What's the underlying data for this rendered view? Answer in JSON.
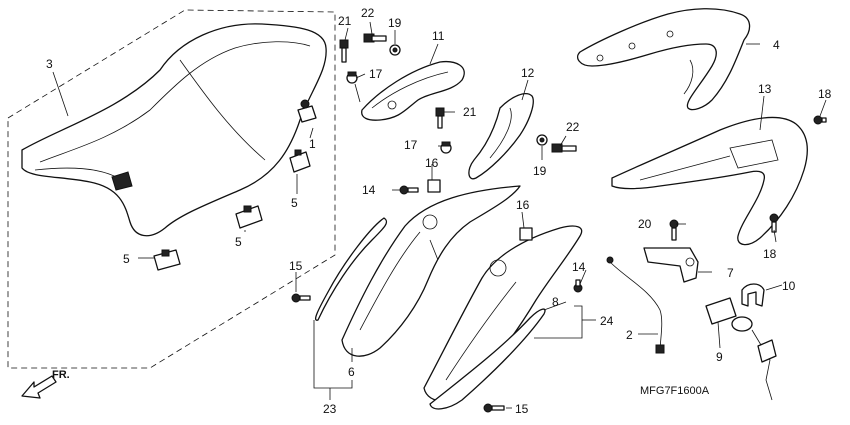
{
  "diagram": {
    "code": "MFG7F1600A",
    "front_marker": "FR.",
    "callouts": [
      {
        "id": "c1",
        "text": "1"
      },
      {
        "id": "c2",
        "text": "2"
      },
      {
        "id": "c3",
        "text": "3"
      },
      {
        "id": "c4",
        "text": "4"
      },
      {
        "id": "c5a",
        "text": "5"
      },
      {
        "id": "c5b",
        "text": "5"
      },
      {
        "id": "c5c",
        "text": "5"
      },
      {
        "id": "c6",
        "text": "6"
      },
      {
        "id": "c7",
        "text": "7"
      },
      {
        "id": "c8",
        "text": "8"
      },
      {
        "id": "c9",
        "text": "9"
      },
      {
        "id": "c10",
        "text": "10"
      },
      {
        "id": "c11",
        "text": "11"
      },
      {
        "id": "c12",
        "text": "12"
      },
      {
        "id": "c13",
        "text": "13"
      },
      {
        "id": "c14a",
        "text": "14"
      },
      {
        "id": "c14b",
        "text": "14"
      },
      {
        "id": "c15a",
        "text": "15"
      },
      {
        "id": "c15b",
        "text": "15"
      },
      {
        "id": "c16a",
        "text": "16"
      },
      {
        "id": "c16b",
        "text": "16"
      },
      {
        "id": "c17a",
        "text": "17"
      },
      {
        "id": "c17b",
        "text": "17"
      },
      {
        "id": "c18a",
        "text": "18"
      },
      {
        "id": "c18b",
        "text": "18"
      },
      {
        "id": "c19a",
        "text": "19"
      },
      {
        "id": "c19b",
        "text": "19"
      },
      {
        "id": "c20",
        "text": "20"
      },
      {
        "id": "c21a",
        "text": "21"
      },
      {
        "id": "c21b",
        "text": "21"
      },
      {
        "id": "c22a",
        "text": "22"
      },
      {
        "id": "c22b",
        "text": "22"
      },
      {
        "id": "c23",
        "text": "23"
      },
      {
        "id": "c24",
        "text": "24"
      }
    ]
  }
}
